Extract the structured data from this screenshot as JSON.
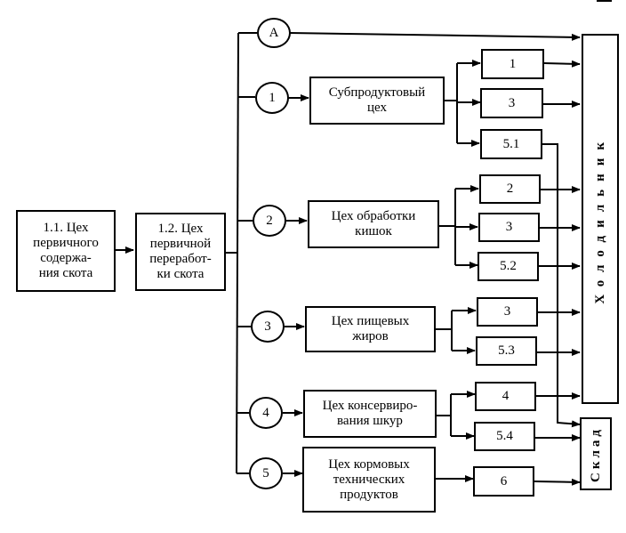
{
  "diagram": {
    "nodes": {
      "primary_keeping": "1.1. Цех\nпервичного\nсодержа-\nния скота",
      "primary_processing": "1.2. Цех\nпервичной\nпереработ-\nки скота",
      "refrigerator": "Холодильник",
      "warehouse": "Склад"
    },
    "branches": [
      {
        "id": "A",
        "circle": "А",
        "workshop": null,
        "outputs": []
      },
      {
        "id": "1",
        "circle": "1",
        "workshop": "Субпродуктовый\nцех",
        "outputs": [
          {
            "label": "1",
            "to": "refrigerator"
          },
          {
            "label": "3",
            "to": "refrigerator"
          },
          {
            "label": "5.1",
            "to": "warehouse"
          }
        ]
      },
      {
        "id": "2",
        "circle": "2",
        "workshop": "Цех обработки\nкишок",
        "outputs": [
          {
            "label": "2",
            "to": "refrigerator"
          },
          {
            "label": "3",
            "to": "refrigerator"
          },
          {
            "label": "5.2",
            "to": "refrigerator"
          }
        ]
      },
      {
        "id": "3",
        "circle": "3",
        "workshop": "Цех пищевых\nжиров",
        "outputs": [
          {
            "label": "3",
            "to": "refrigerator"
          },
          {
            "label": "5.3",
            "to": "refrigerator"
          }
        ]
      },
      {
        "id": "4",
        "circle": "4",
        "workshop": "Цех консервиро-\nвания шкур",
        "outputs": [
          {
            "label": "4",
            "to": "refrigerator"
          },
          {
            "label": "5.4",
            "to": "warehouse"
          }
        ]
      },
      {
        "id": "5",
        "circle": "5",
        "workshop": "Цех кормовых\nтехнических\nпродуктов",
        "outputs": [
          {
            "label": "6",
            "to": "warehouse"
          }
        ]
      }
    ]
  }
}
